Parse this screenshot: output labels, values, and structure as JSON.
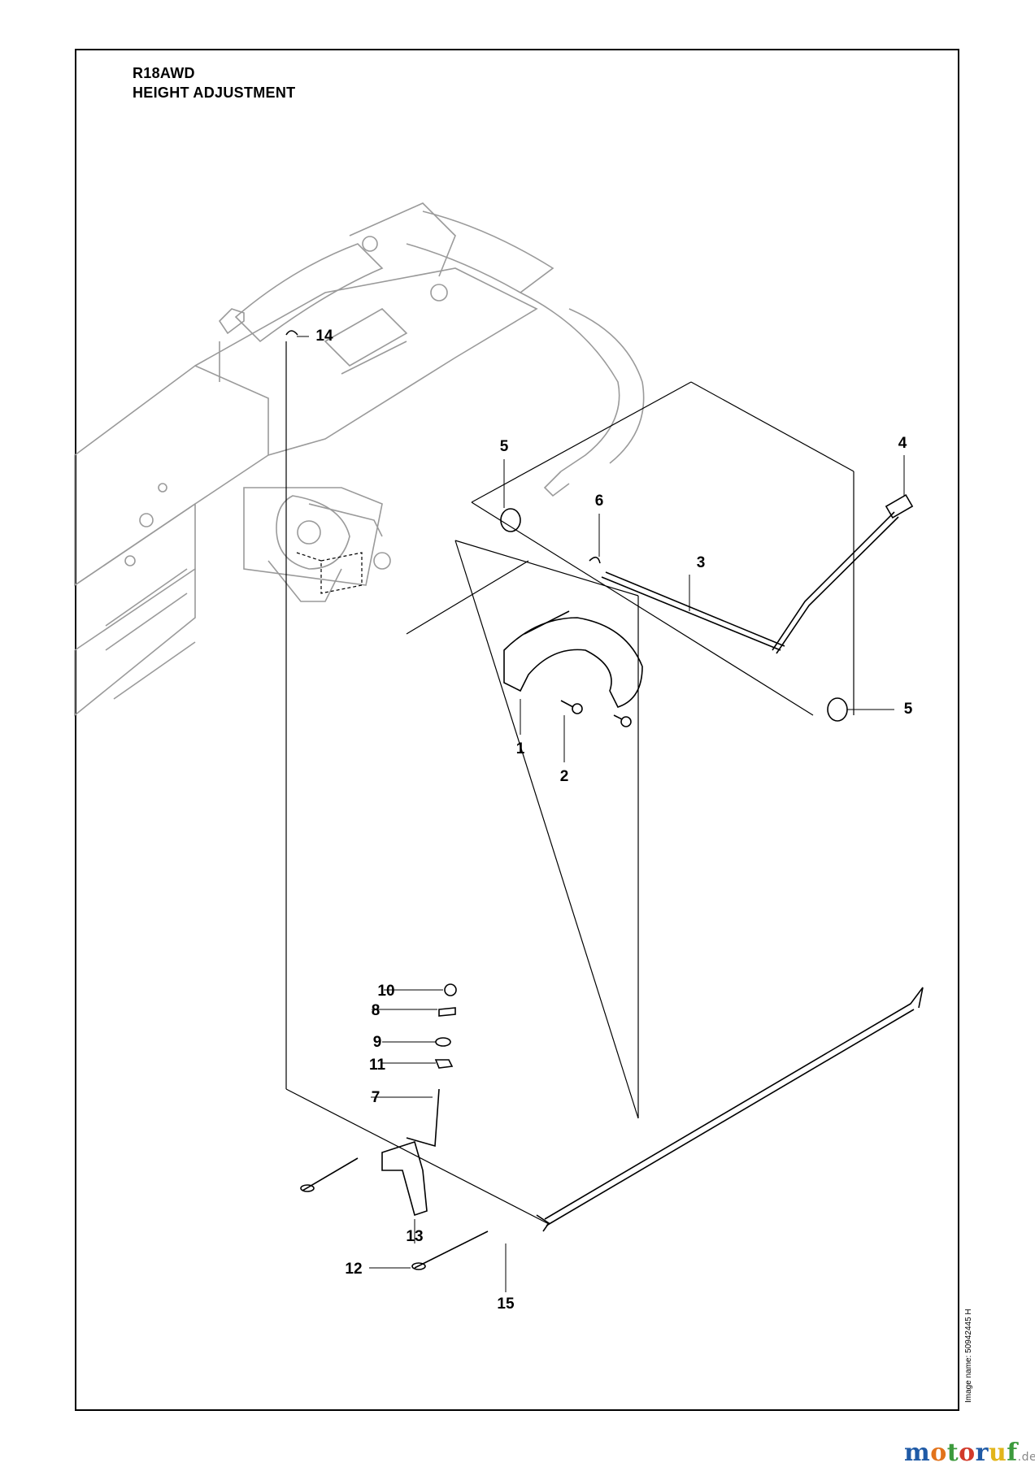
{
  "header": {
    "model": "R18AWD",
    "section": "HEIGHT ADJUSTMENT"
  },
  "callouts": {
    "c1": "1",
    "c2": "2",
    "c3": "3",
    "c4": "4",
    "c5a": "5",
    "c5b": "5",
    "c6": "6",
    "c7": "7",
    "c8": "8",
    "c9": "9",
    "c10": "10",
    "c11": "11",
    "c12": "12",
    "c13": "13",
    "c14": "14",
    "c15": "15"
  },
  "footer": {
    "image_name": "Image name: 50942445 H"
  },
  "watermark": {
    "letters": [
      "m",
      "o",
      "t",
      "o",
      "r",
      "u",
      "f"
    ],
    "letter_colors": [
      "#1f5aa6",
      "#e2731b",
      "#3c9a3c",
      "#d23a2a",
      "#1f5aa6",
      "#e2b51b",
      "#3c9a3c"
    ],
    "suffix": ".de"
  }
}
